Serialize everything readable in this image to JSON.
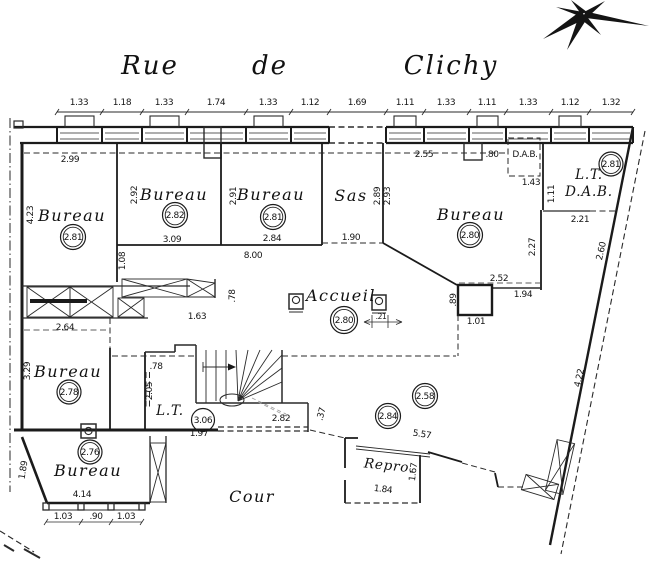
{
  "street": {
    "part1": "Rue",
    "part2": "de",
    "part3": "Clichy"
  },
  "top_dims": [
    "1.33",
    "1.18",
    "1.33",
    "1.74",
    "1.33",
    "1.12",
    "1.69",
    "1.11",
    "1.33",
    "1.11",
    "1.33",
    "1.12",
    "1.32"
  ],
  "bottom_dims": [
    "1.03",
    ".90",
    "1.03"
  ],
  "rooms": {
    "bureau_nw": {
      "label": "Bureau",
      "height": "2.81"
    },
    "bureau_n2": {
      "label": "Bureau",
      "height": "2.82"
    },
    "bureau_n3": {
      "label": "Bureau",
      "height": "2.81"
    },
    "sas": {
      "label": "Sas"
    },
    "bureau_ne": {
      "label": "Bureau",
      "height": "2.80"
    },
    "dab_top": {
      "label": "D.A.B."
    },
    "lt_dab": {
      "line1": "L.T.",
      "line2": "D.A.B.",
      "height": "2.81"
    },
    "accueil": {
      "label": "Accueil",
      "height": "2.80"
    },
    "bureau_w": {
      "label": "Bureau",
      "height": "2.78"
    },
    "lt_center": {
      "label": "L.T.",
      "height": "3.06"
    },
    "bureau_sw": {
      "label": "Bureau",
      "height": "2.76"
    },
    "repro": {
      "label": "Repro.",
      "height": "2.84"
    },
    "cour": {
      "label": "Cour",
      "height": "2.58"
    }
  },
  "dims": {
    "d299": "2.99",
    "d423": "4.23",
    "d292": "2.92",
    "d309": "3.09",
    "d108": "1.08",
    "d291": "2.91",
    "d284": "2.84",
    "d800": "8.00",
    "d190": "1.90",
    "d289": "2.89",
    "d293": "2.93",
    "d255": "2.55",
    "d080": ".80",
    "d143": "1.43",
    "d111": "1.11",
    "d221": "2.21",
    "d227": "2.27",
    "d260": "2.60",
    "d252": "2.52",
    "d194": "1.94",
    "d089": ".89",
    "d101": "1.01",
    "d078": ".78",
    "d163": "1.63",
    "d021": ".21",
    "d264": "2.64",
    "d329": "3.29",
    "d078b": ".78",
    "d205": "2.05",
    "d197": "1.97",
    "d282": "2.82",
    "d037": ".37",
    "d189": "1.89",
    "d414": "4.14",
    "d557": "5.57",
    "d184": "1.84",
    "d167": "1.67",
    "d422": "4.22"
  }
}
